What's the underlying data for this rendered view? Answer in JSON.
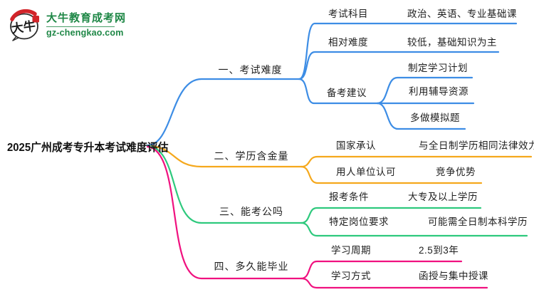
{
  "logo": {
    "icon_text": "大牛",
    "site_name": "大牛教育成考网",
    "site_url": "gz-chengkao.com"
  },
  "colors": {
    "branch1": "#3D8DE5",
    "branch2": "#F5A81C",
    "branch3": "#2EC97D",
    "branch4": "#F0117F",
    "logo_green": "#1E8746",
    "logo_red": "#D2242A",
    "text": "#1F1F1F"
  },
  "mindmap": {
    "root": "2025广州成考专升本考试难度评估",
    "branches": [
      {
        "label": "一、考试难度",
        "children": [
          {
            "label": "考试科目",
            "value": "政治、英语、专业基础课"
          },
          {
            "label": "相对难度",
            "value": "较低，基础知识为主"
          },
          {
            "label": "备考建议",
            "items": [
              "制定学习计划",
              "利用辅导资源",
              "多做模拟题"
            ]
          }
        ]
      },
      {
        "label": "二、学历含金量",
        "children": [
          {
            "label": "国家承认",
            "value": "与全日制学历相同法律效力"
          },
          {
            "label": "用人单位认可",
            "value": "竞争优势"
          }
        ]
      },
      {
        "label": "三、能考公吗",
        "children": [
          {
            "label": "报考条件",
            "value": "大专及以上学历"
          },
          {
            "label": "特定岗位要求",
            "value": "可能需全日制本科学历"
          }
        ]
      },
      {
        "label": "四、多久能毕业",
        "children": [
          {
            "label": "学习周期",
            "value": "2.5到3年"
          },
          {
            "label": "学习方式",
            "value": "函授与集中授课"
          }
        ]
      }
    ]
  }
}
